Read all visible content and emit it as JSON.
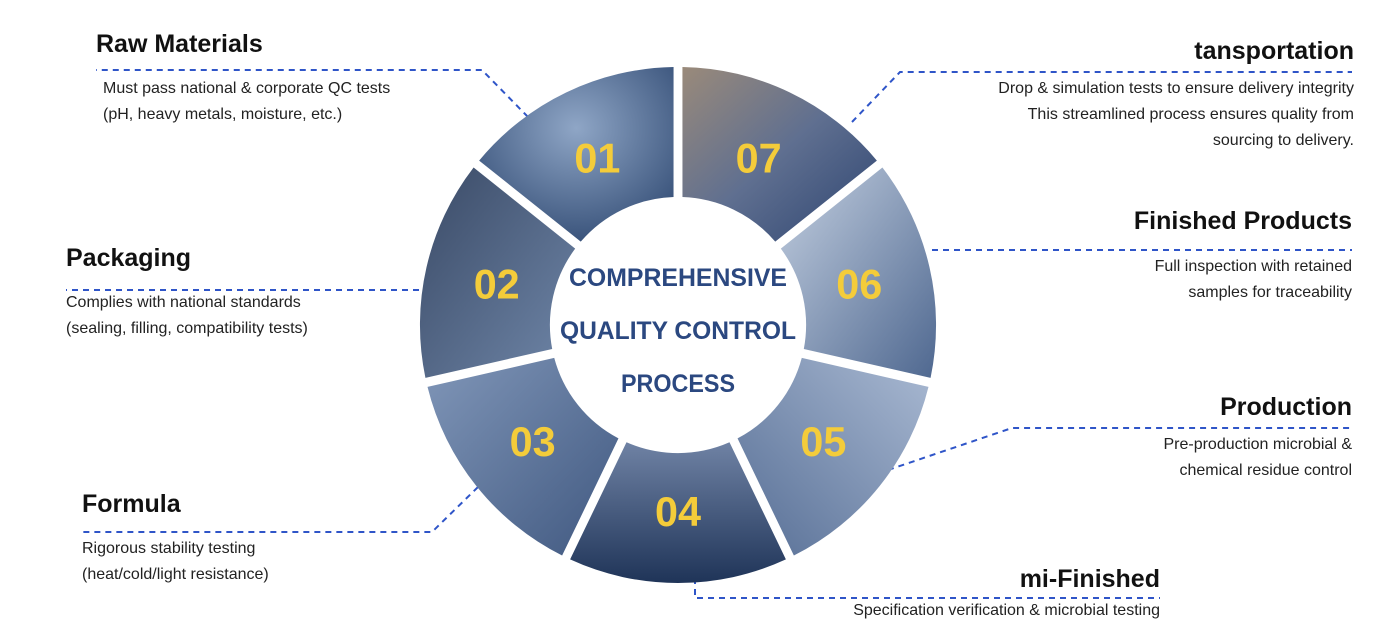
{
  "center": {
    "lines": [
      "COMPREHENSIVE",
      "QUALITY CONTROL",
      "PROCESS"
    ]
  },
  "colors": {
    "accent_yellow": "#f4cc3a",
    "center_text": "#2b4880",
    "connector": "#2f55c8",
    "ring_dark": "#3a4f77"
  },
  "segments": [
    {
      "number": "01",
      "title": "Raw Materials",
      "desc": [
        "Must pass national & corporate QC tests",
        "(pH, heavy metals, moisture, etc.)"
      ]
    },
    {
      "number": "02",
      "title": "Packaging",
      "desc": [
        "Complies with national standards",
        "(sealing, filling, compatibility tests)"
      ]
    },
    {
      "number": "03",
      "title": "Formula",
      "desc": [
        "Rigorous stability testing",
        "(heat/cold/light resistance)"
      ]
    },
    {
      "number": "04",
      "title": "mi-Finished",
      "desc": [
        "Specification verification & microbial testing"
      ]
    },
    {
      "number": "05",
      "title": "Production",
      "desc": [
        "Pre-production microbial &",
        "chemical residue control"
      ]
    },
    {
      "number": "06",
      "title": "Finished Products",
      "desc": [
        "Full inspection with retained",
        "samples for traceability"
      ]
    },
    {
      "number": "07",
      "title": "tansportation",
      "desc": [
        "Drop & simulation tests to ensure delivery integrity",
        "This streamlined process ensures quality from",
        "sourcing to delivery."
      ]
    }
  ]
}
